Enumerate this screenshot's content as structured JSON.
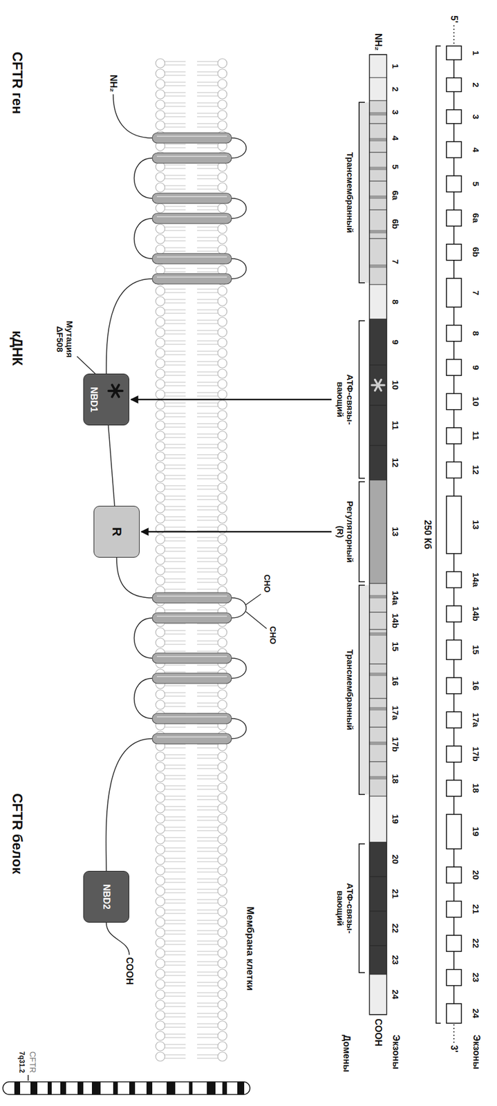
{
  "diagram": {
    "nodes": [
      {
        "text": [
          "NBD1"
        ]
      },
      {
        "text": [
          "R"
        ]
      },
      {
        "text": [
          "NBD2"
        ]
      }
    ],
    "edges": [
      {
        "from": 0,
        "to": 1,
        "arrow": "none"
      }
    ],
    "labels": [
      "CFTR ген",
      "Экзоны",
      "1",
      "2",
      "3",
      "4",
      "5",
      "6a",
      "6b",
      "7",
      "8",
      "9",
      "10",
      "11",
      "12",
      "13",
      "14a",
      "14b",
      "15",
      "16",
      "17a",
      "17b",
      "18",
      "19",
      "20",
      "21",
      "22",
      "23",
      "24",
      "5'",
      "3'",
      "250 Кб",
      "кДНК",
      "NH₂",
      "1",
      "2",
      "3",
      "4",
      "5",
      "6a",
      "6b",
      "7",
      "8",
      "9",
      "10",
      "11",
      "12",
      "13",
      "14a",
      "14b",
      "15",
      "16",
      "17a",
      "17b",
      "18",
      "19",
      "20",
      "21",
      "22",
      "23",
      "24",
      "COOH",
      "Экзоны",
      "Трансмембранный",
      "АТФ-связы- вающий",
      "Регуляторный (R)",
      "Трансмембранный",
      "АТФ-связы- вающий",
      "Домены",
      "CFTR белок",
      "Мембрана клетки",
      "CHO",
      "CHO",
      "Мутация ΔF508",
      "NH₂",
      "COOH",
      "CFTR",
      "7q31.2"
    ]
  }
}
